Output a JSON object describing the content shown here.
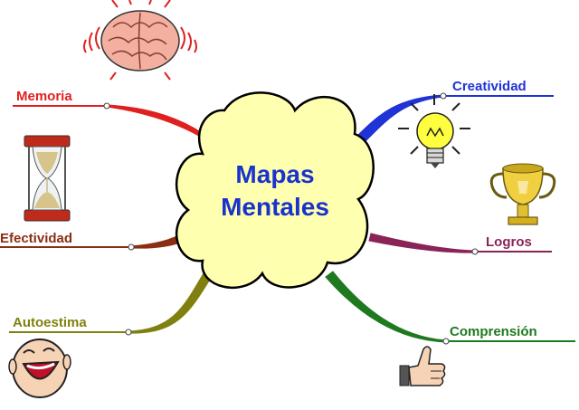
{
  "center": {
    "line1": "Mapas",
    "line2": "Mentales",
    "text_color": "#1a33cc",
    "fill_color": "#ffffb0"
  },
  "branches": [
    {
      "id": "memoria",
      "label": "Memoria",
      "color": "#e02020",
      "icon": "brain-icon"
    },
    {
      "id": "efectividad",
      "label": "Efectividad",
      "color": "#8a2e14",
      "icon": "hourglass-icon"
    },
    {
      "id": "autoestima",
      "label": "Autoestima",
      "color": "#808010",
      "icon": "laughing-face-icon"
    },
    {
      "id": "creatividad",
      "label": "Creatividad",
      "color": "#1f33d6",
      "icon": "lightbulb-icon"
    },
    {
      "id": "logros",
      "label": "Logros",
      "color": "#8a2457",
      "icon": "trophy-icon"
    },
    {
      "id": "comprension",
      "label": "Comprensión",
      "color": "#1f7a1f",
      "icon": "thumbs-up-icon"
    }
  ]
}
